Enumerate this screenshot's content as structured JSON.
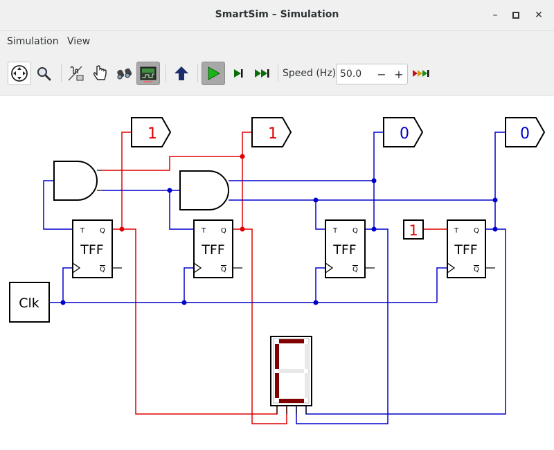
{
  "window": {
    "title": "SmartSim – Simulation",
    "minimize_glyph": "–",
    "maximize_glyph": "□",
    "close_glyph": "✕"
  },
  "menubar": {
    "items": [
      {
        "label": "Simulation"
      },
      {
        "label": "View"
      }
    ]
  },
  "toolbar": {
    "tools": [
      {
        "icon": "move-icon",
        "state": "selected"
      },
      {
        "icon": "zoom-icon"
      },
      {
        "icon": "wire-edit-icon"
      },
      {
        "icon": "hand-pointer-icon"
      },
      {
        "icon": "binoculars-icon"
      },
      {
        "icon": "timing-diagram-icon",
        "state": "pressed"
      },
      {
        "icon": "up-arrow-icon"
      },
      {
        "icon": "play-icon",
        "state": "pressed"
      },
      {
        "icon": "step-icon"
      },
      {
        "icon": "fast-forward-icon"
      },
      {
        "icon": "fast-step-icon"
      }
    ],
    "speed_label": "Speed (Hz):",
    "speed_value": "50.0",
    "decrement": "−",
    "increment": "+"
  },
  "circuit": {
    "outputs": [
      {
        "value": "1",
        "color": "#e00000"
      },
      {
        "value": "1",
        "color": "#e00000"
      },
      {
        "value": "0",
        "color": "#0000cc"
      },
      {
        "value": "0",
        "color": "#0000cc"
      }
    ],
    "flip_flops": [
      {
        "label": "TFF",
        "t": "T",
        "q": "Q",
        "qbar": "Q"
      },
      {
        "label": "TFF",
        "t": "T",
        "q": "Q",
        "qbar": "Q"
      },
      {
        "label": "TFF",
        "t": "T",
        "q": "Q",
        "qbar": "Q"
      },
      {
        "label": "TFF",
        "t": "T",
        "q": "Q",
        "qbar": "Q"
      }
    ],
    "constant_input": {
      "value": "1",
      "color": "#e00000"
    },
    "clock": {
      "label": "Clk"
    },
    "colors": {
      "high": "#e00000",
      "low": "#0000cc",
      "segment_on": "#800000",
      "segment_off": "#e8e8e8"
    }
  }
}
